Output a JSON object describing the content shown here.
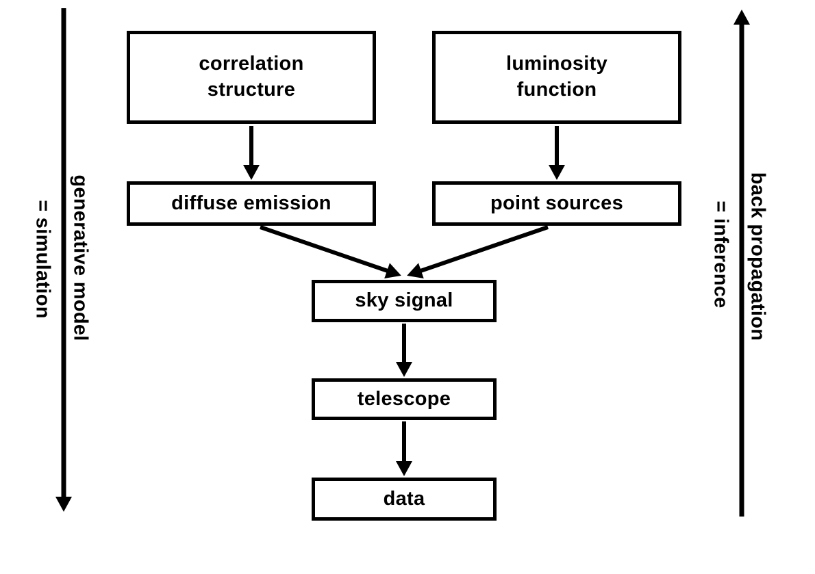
{
  "diagram_title": "generative model vs back propagation flow",
  "colors": {
    "background": "#ffffff",
    "line": "#000000",
    "box_fill": "#ffffff",
    "text": "#000000"
  },
  "nodes": {
    "correlation_structure": {
      "label": "correlation\nstructure"
    },
    "luminosity_function": {
      "label": "luminosity\nfunction"
    },
    "diffuse_emission": {
      "label": "diffuse emission"
    },
    "point_sources": {
      "label": "point sources"
    },
    "sky_signal": {
      "label": "sky signal"
    },
    "telescope": {
      "label": "telescope"
    },
    "data": {
      "label": "data"
    }
  },
  "edges": [
    {
      "from": "correlation structure",
      "to": "diffuse emission"
    },
    {
      "from": "luminosity function",
      "to": "point sources"
    },
    {
      "from": "diffuse emission",
      "to": "sky signal"
    },
    {
      "from": "point sources",
      "to": "sky signal"
    },
    {
      "from": "sky signal",
      "to": "telescope"
    },
    {
      "from": "telescope",
      "to": "data"
    }
  ],
  "flow_arrows": [
    {
      "side": "left",
      "direction": "down",
      "label": "generative model",
      "equals_label": "= simulation"
    },
    {
      "side": "right",
      "direction": "up",
      "label": "back propagation",
      "equals_label": "= inference"
    }
  ]
}
